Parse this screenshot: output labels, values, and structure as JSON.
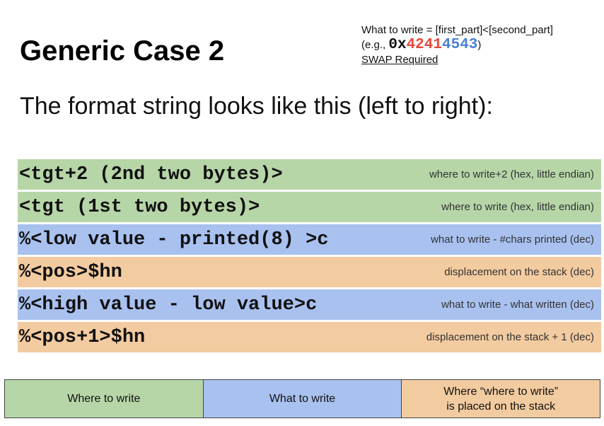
{
  "title": "Generic Case 2",
  "note": {
    "line1": "What to write = [first_part]<[second_part]",
    "eg_open": "(e.g., ",
    "hex_prefix": "0x",
    "hex_first": "4241",
    "hex_second": "4543",
    "eg_close": ")",
    "swap": "SWAP Required",
    "colors": {
      "first": "#e8483a",
      "second": "#4a80d6"
    }
  },
  "subtitle": "The format string looks like this (left to right):",
  "rows": [
    {
      "code": "<tgt+2 (2nd two bytes)>",
      "desc": "where to write+2 (hex, little endian)",
      "color": "green"
    },
    {
      "code": "<tgt (1st two bytes)>",
      "desc": "where to write  (hex, little endian)",
      "color": "green"
    },
    {
      "code": "%<low value - printed(8) >c",
      "desc": "what to write - #chars printed (dec)",
      "color": "blue"
    },
    {
      "code": "%<pos>$hn",
      "desc": "displacement on the stack (dec)",
      "color": "orange"
    },
    {
      "code": "%<high value - low value>c",
      "desc": "what to write - what written (dec)",
      "color": "blue"
    },
    {
      "code": "%<pos+1>$hn",
      "desc": "displacement on the stack + 1 (dec)",
      "color": "orange"
    }
  ],
  "legend": {
    "where": "Where to write",
    "what": "What to write",
    "placed_line1": "Where “where to write”",
    "placed_line2": "is placed on the stack"
  },
  "palette": {
    "green": "#b7d6a8",
    "blue": "#a9c1ef",
    "orange": "#f3cba0"
  }
}
